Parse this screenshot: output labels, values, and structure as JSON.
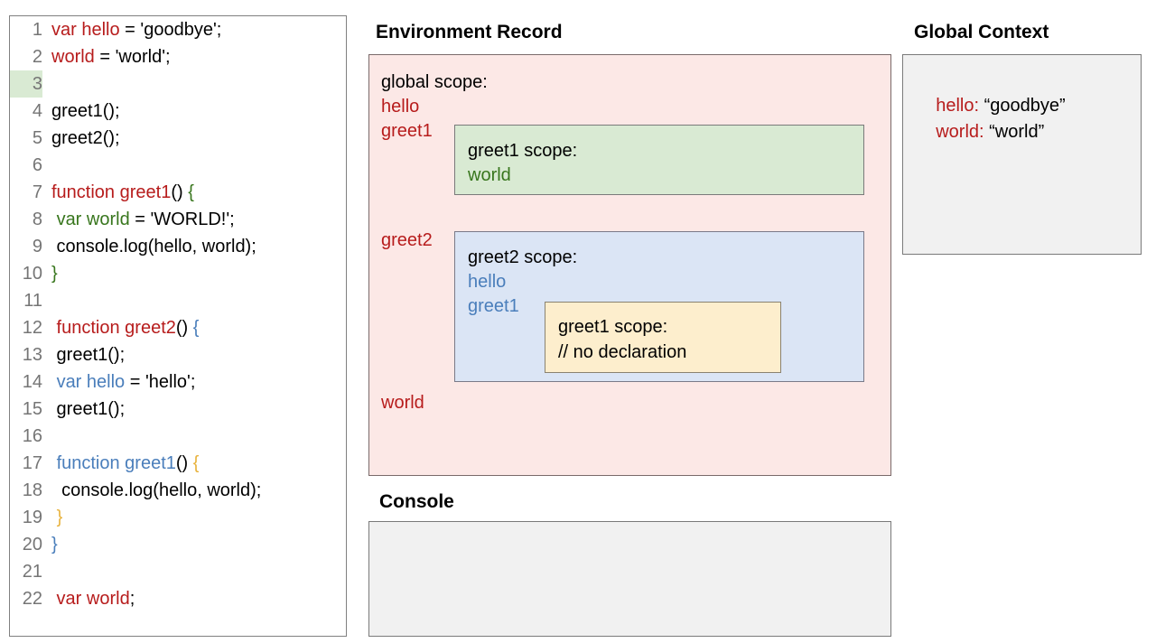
{
  "editor": {
    "lines": [
      {
        "num": "1",
        "highlight": false,
        "tokens": [
          {
            "t": "var hello",
            "c": "red"
          },
          {
            "t": " = 'goodbye';",
            "c": "black"
          }
        ]
      },
      {
        "num": "2",
        "highlight": false,
        "tokens": [
          {
            "t": "world",
            "c": "red"
          },
          {
            "t": " = 'world';",
            "c": "black"
          }
        ]
      },
      {
        "num": "3",
        "highlight": true,
        "tokens": []
      },
      {
        "num": "4",
        "highlight": false,
        "tokens": [
          {
            "t": "greet1();",
            "c": "black"
          }
        ]
      },
      {
        "num": "5",
        "highlight": false,
        "tokens": [
          {
            "t": "greet2();",
            "c": "black"
          }
        ]
      },
      {
        "num": "6",
        "highlight": false,
        "tokens": []
      },
      {
        "num": "7",
        "highlight": false,
        "tokens": [
          {
            "t": "function greet1",
            "c": "red"
          },
          {
            "t": "() ",
            "c": "black"
          },
          {
            "t": "{",
            "c": "green"
          }
        ]
      },
      {
        "num": "8",
        "highlight": false,
        "tokens": [
          {
            "t": " ",
            "c": "black"
          },
          {
            "t": "var world",
            "c": "green"
          },
          {
            "t": " = 'WORLD!';",
            "c": "black"
          }
        ]
      },
      {
        "num": "9",
        "highlight": false,
        "tokens": [
          {
            "t": " console.log(hello, world);",
            "c": "black"
          }
        ]
      },
      {
        "num": "10",
        "highlight": false,
        "tokens": [
          {
            "t": "}",
            "c": "green"
          }
        ]
      },
      {
        "num": "11",
        "highlight": false,
        "tokens": []
      },
      {
        "num": "12",
        "highlight": false,
        "tokens": [
          {
            "t": " function greet2",
            "c": "red"
          },
          {
            "t": "() ",
            "c": "black"
          },
          {
            "t": "{",
            "c": "blue"
          }
        ]
      },
      {
        "num": "13",
        "highlight": false,
        "tokens": [
          {
            "t": " greet1();",
            "c": "black"
          }
        ]
      },
      {
        "num": "14",
        "highlight": false,
        "tokens": [
          {
            "t": " ",
            "c": "black"
          },
          {
            "t": "var hello",
            "c": "blue"
          },
          {
            "t": " = 'hello';",
            "c": "black"
          }
        ]
      },
      {
        "num": "15",
        "highlight": false,
        "tokens": [
          {
            "t": " greet1();",
            "c": "black"
          }
        ]
      },
      {
        "num": "16",
        "highlight": false,
        "tokens": []
      },
      {
        "num": "17",
        "highlight": false,
        "tokens": [
          {
            "t": " ",
            "c": "black"
          },
          {
            "t": "function greet1",
            "c": "blue"
          },
          {
            "t": "() ",
            "c": "black"
          },
          {
            "t": "{",
            "c": "orange"
          }
        ]
      },
      {
        "num": "18",
        "highlight": false,
        "tokens": [
          {
            "t": "  console.log(hello, world);",
            "c": "black"
          }
        ]
      },
      {
        "num": "19",
        "highlight": false,
        "tokens": [
          {
            "t": " ",
            "c": "black"
          },
          {
            "t": "}",
            "c": "orange"
          }
        ]
      },
      {
        "num": "20",
        "highlight": false,
        "tokens": [
          {
            "t": "}",
            "c": "blue"
          }
        ]
      },
      {
        "num": "21",
        "highlight": false,
        "tokens": []
      },
      {
        "num": "22",
        "highlight": false,
        "tokens": [
          {
            "t": " var world",
            "c": "red"
          },
          {
            "t": ";",
            "c": "black"
          }
        ]
      }
    ]
  },
  "environment_record": {
    "title": "Environment Record",
    "global_scope_heading": "global scope:",
    "global_vars": {
      "hello": "hello",
      "greet1": "greet1",
      "greet2": "greet2",
      "world": "world"
    },
    "greet1_scope": {
      "heading": "greet1 scope:",
      "vars": [
        "world"
      ]
    },
    "greet2_scope": {
      "heading": "greet2 scope:",
      "vars": [
        "hello",
        "greet1"
      ]
    },
    "greet1_inner_scope": {
      "heading": "greet1 scope:",
      "note": "// no declaration"
    }
  },
  "global_context": {
    "title": "Global Context",
    "entries": [
      {
        "key": "hello:",
        "value": " “goodbye”"
      },
      {
        "key": "world:",
        "value": " “world”"
      }
    ]
  },
  "console": {
    "title": "Console",
    "output": ""
  },
  "colors": {
    "red": "#b71c1c",
    "green": "#38761d",
    "blue": "#4a7ebb",
    "orange": "#e8b33e",
    "pink_panel": "#fce8e6",
    "green_box": "#d9ead3",
    "blue_box": "#dbe5f5",
    "yellow_box": "#fdeecd",
    "grey_panel": "#f1f1f1"
  }
}
